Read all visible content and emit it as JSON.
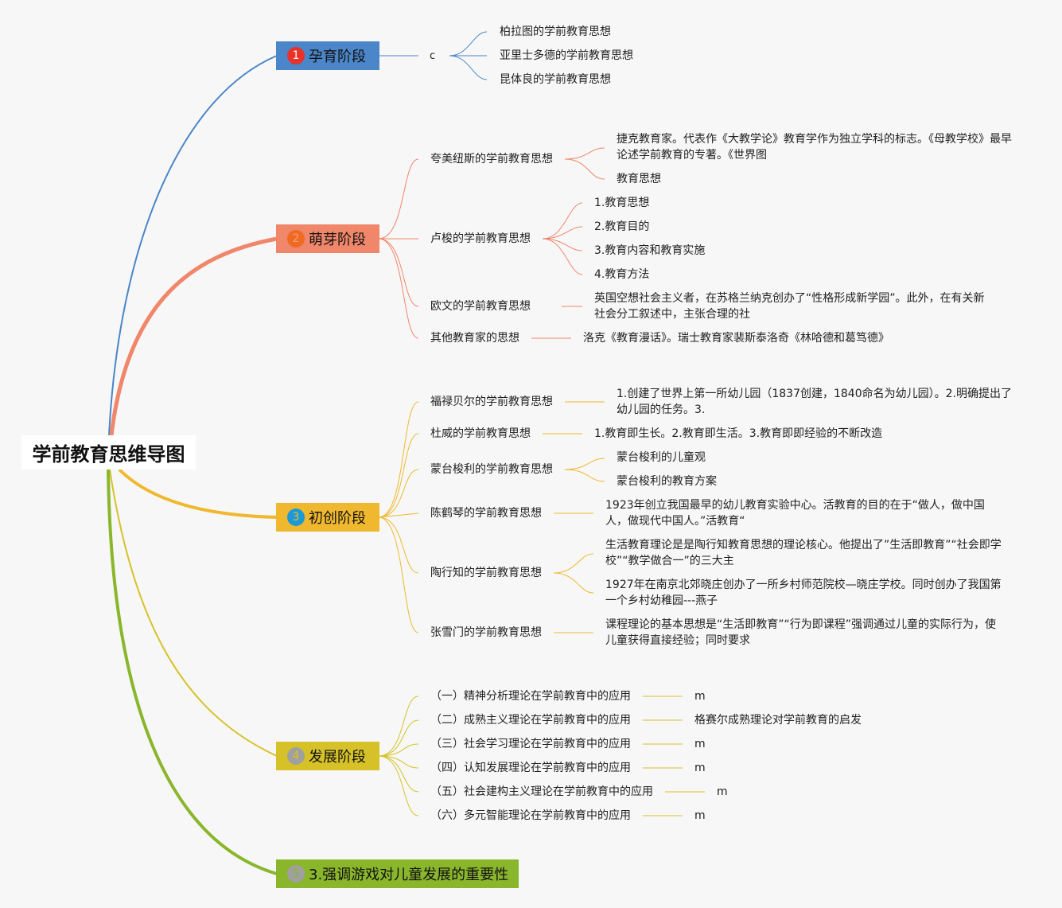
{
  "root": {
    "title": "学前教育思维导图"
  },
  "colors": {
    "b1": "#4a86c8",
    "b2": "#f0866a",
    "b3": "#f0b82e",
    "b4": "#d6c228",
    "b5": "#8ab62c",
    "badge1": "#e8322a",
    "badge2": "#f06a22",
    "badge3": "#1b9ad6",
    "badge4": "#a0a0a0",
    "badge5": "#a0a0a0"
  },
  "branches": [
    {
      "num": "1",
      "label": "孕育阶段"
    },
    {
      "num": "2",
      "label": "萌芽阶段"
    },
    {
      "num": "3",
      "label": "初创阶段"
    },
    {
      "num": "4",
      "label": "发展阶段"
    },
    {
      "num": "5",
      "label": "3.强调游戏对儿童发展的重要性"
    }
  ],
  "b1": {
    "sub": "c",
    "leaves": [
      "柏拉图的学前教育思想",
      "亚里士多德的学前教育思想",
      "昆体良的学前教育思想"
    ]
  },
  "b2": {
    "comenius": {
      "label": "夸美纽斯的学前教育思想",
      "leaf1": "捷克教育家。代表作《大教学论》教育学作为独立学科的标志。《母教学校》最早论述学前教育的专著。《世界图",
      "leaf2": "教育思想"
    },
    "rousseau": {
      "label": "卢梭的学前教育思想",
      "leaves": [
        "1.教育思想",
        "2.教育目的",
        "3.教育内容和教育实施",
        "4.教育方法"
      ]
    },
    "owen": {
      "label": "欧文的学前教育思想",
      "leaf": "英国空想社会主义者，在苏格兰纳克创办了“性格形成新学园”。此外，在有关新社会分工叙述中，主张合理的社"
    },
    "others": {
      "label": "其他教育家的思想",
      "leaf": "洛克《教育漫话》。瑞士教育家裴斯泰洛奇《林哈德和葛笃德》"
    }
  },
  "b3": {
    "froebel": {
      "label": "福禄贝尔的学前教育思想",
      "leaf": "1.创建了世界上第一所幼儿园（1837创建，1840命名为幼儿园）。2.明确提出了幼儿园的任务。3."
    },
    "dewey": {
      "label": "杜威的学前教育思想",
      "leaf": "1.教育即生长。2.教育即生活。3.教育即即经验的不断改造"
    },
    "montessori": {
      "label": "蒙台梭利的学前教育思想",
      "leaves": [
        "蒙台梭利的儿童观",
        "蒙台梭利的教育方案"
      ]
    },
    "chen": {
      "label": "陈鹤琴的学前教育思想",
      "leaf": "1923年创立我国最早的幼儿教育实验中心。活教育的目的在于“做人，做中国人，做现代中国人。”活教育“"
    },
    "tao": {
      "label": "陶行知的学前教育思想",
      "leaf1": "生活教育理论是是陶行知教育思想的理论核心。他提出了”生活即教育”“社会即学校”“教学做合一”的三大主",
      "leaf2": "1927年在南京北郊晓庄创办了一所乡村师范院校—晓庄学校。同时创办了我国第一个乡村幼稚园---燕子"
    },
    "zhang": {
      "label": "张雪门的学前教育思想",
      "leaf": "课程理论的基本思想是“生活即教育”“行为即课程”强调通过儿童的实际行为，使儿童获得直接经验；同时要求"
    }
  },
  "b4": {
    "items": [
      {
        "label": "（一）精神分析理论在学前教育中的应用",
        "leaf": "m"
      },
      {
        "label": "（二）成熟主义理论在学前教育中的应用",
        "leaf": "格赛尔成熟理论对学前教育的启发"
      },
      {
        "label": "（三）社会学习理论在学前教育中的应用",
        "leaf": "m"
      },
      {
        "label": "（四）认知发展理论在学前教育中的应用",
        "leaf": "m"
      },
      {
        "label": "（五）社会建构主义理论在学前教育中的应用",
        "leaf": "m"
      },
      {
        "label": "（六）多元智能理论在学前教育中的应用",
        "leaf": "m"
      }
    ]
  }
}
